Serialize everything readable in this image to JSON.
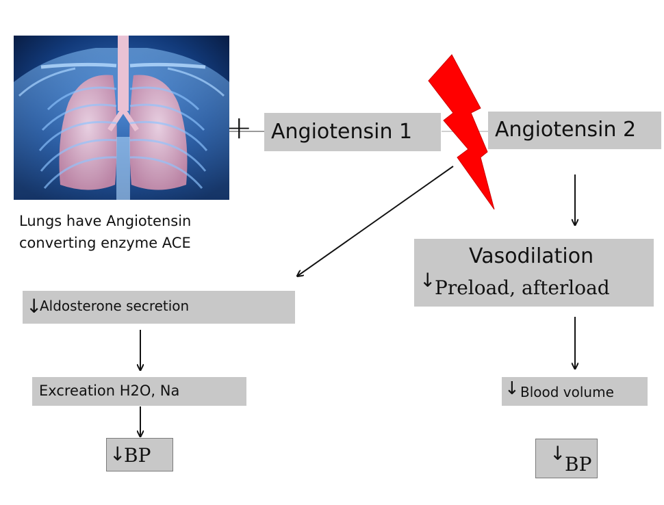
{
  "plus": "+",
  "lungs_caption": [
    "Lungs have Angiotensin",
    "converting enzyme ACE"
  ],
  "angiotensin1": "Angiotensin 1",
  "angiotensin2": "Angiotensin 2",
  "vasodilation": {
    "title": "Vasodilation",
    "arrow": "↓",
    "text": "Preload, afterload"
  },
  "aldosterone": {
    "arrow": "↓",
    "text": "Aldosterone secretion"
  },
  "excretion": "Excreation H2O, Na",
  "bp_left": {
    "arrow": "↓",
    "text": "BP"
  },
  "blood_volume": {
    "arrow": "↓",
    "text": "Blood volume"
  },
  "bp_right": {
    "arrow": "↓",
    "text": "BP"
  },
  "colors": {
    "box": "#c8c8c8",
    "lightning": "#ff0000",
    "image_bg": "#0a1f4a",
    "lung": "#e6b3c8"
  },
  "icons": [
    "lungs-image",
    "lightning-bolt-icon"
  ]
}
